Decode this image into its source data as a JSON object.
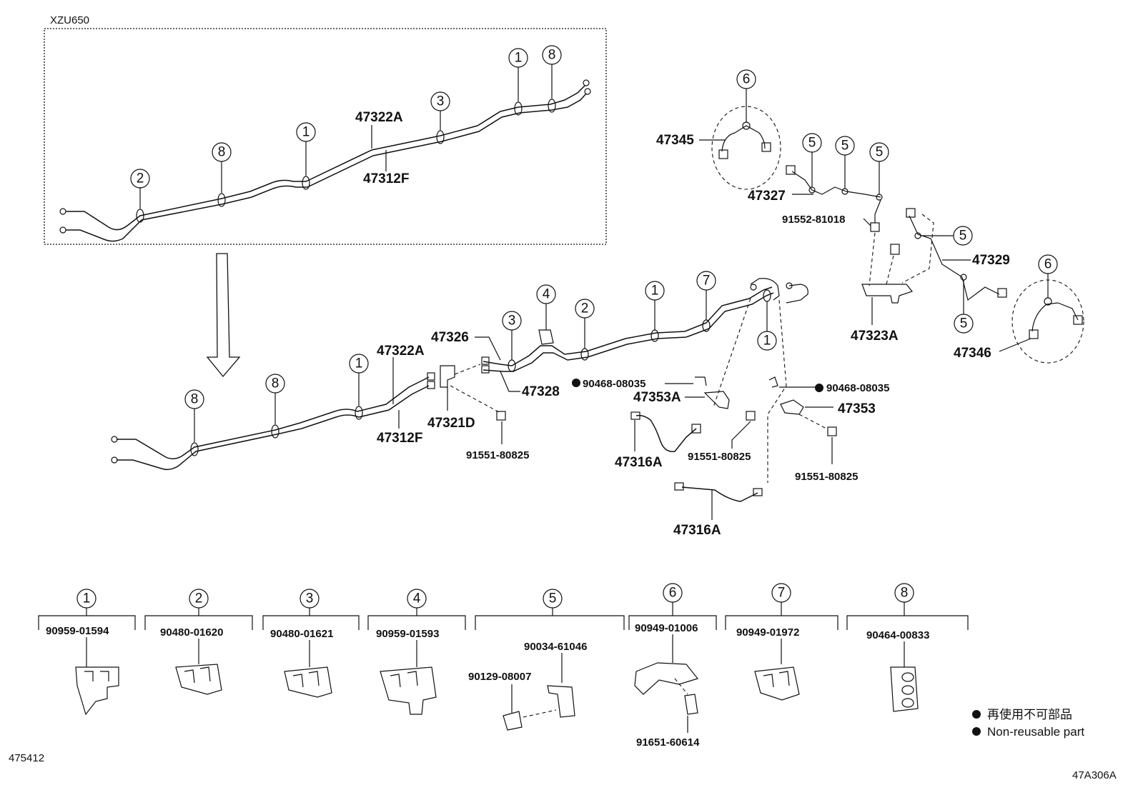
{
  "inset": {
    "title": "XZU650"
  },
  "inset_labels": {
    "p1": "47322A",
    "p2": "47312F"
  },
  "main_labels": {
    "p47322A": "47322A",
    "p47312F": "47312F",
    "p47326": "47326",
    "p47328": "47328",
    "p47321D": "47321D",
    "b91551a": "91551-80825",
    "p90468a": "90468-08035",
    "p47353A": "47353A",
    "p47316A_1": "47316A",
    "b91551b": "91551-80825",
    "p47316A_2": "47316A",
    "p90468b": "90468-08035",
    "p47353": "47353",
    "b91551c": "91551-80825"
  },
  "upper_right_labels": {
    "p47345": "47345",
    "p47327": "47327",
    "b91552": "91552-81018",
    "p47329": "47329",
    "p47323A": "47323A",
    "p47346": "47346"
  },
  "clamp_table": [
    {
      "num": "1",
      "part": "90959-01594"
    },
    {
      "num": "2",
      "part": "90480-01620"
    },
    {
      "num": "3",
      "part": "90480-01621"
    },
    {
      "num": "4",
      "part": "90959-01593"
    },
    {
      "num": "5",
      "part": "",
      "sub_a": "90034-61046",
      "sub_b": "90129-08007"
    },
    {
      "num": "6",
      "part": "90949-01006",
      "sub_a": "91651-60614"
    },
    {
      "num": "7",
      "part": "90949-01972"
    },
    {
      "num": "8",
      "part": "90464-00833"
    }
  ],
  "legend": {
    "jp": "再使用不可部品",
    "en": "Non-reusable part"
  },
  "footer": {
    "left_code": "475412",
    "right_code": "47A306A"
  }
}
